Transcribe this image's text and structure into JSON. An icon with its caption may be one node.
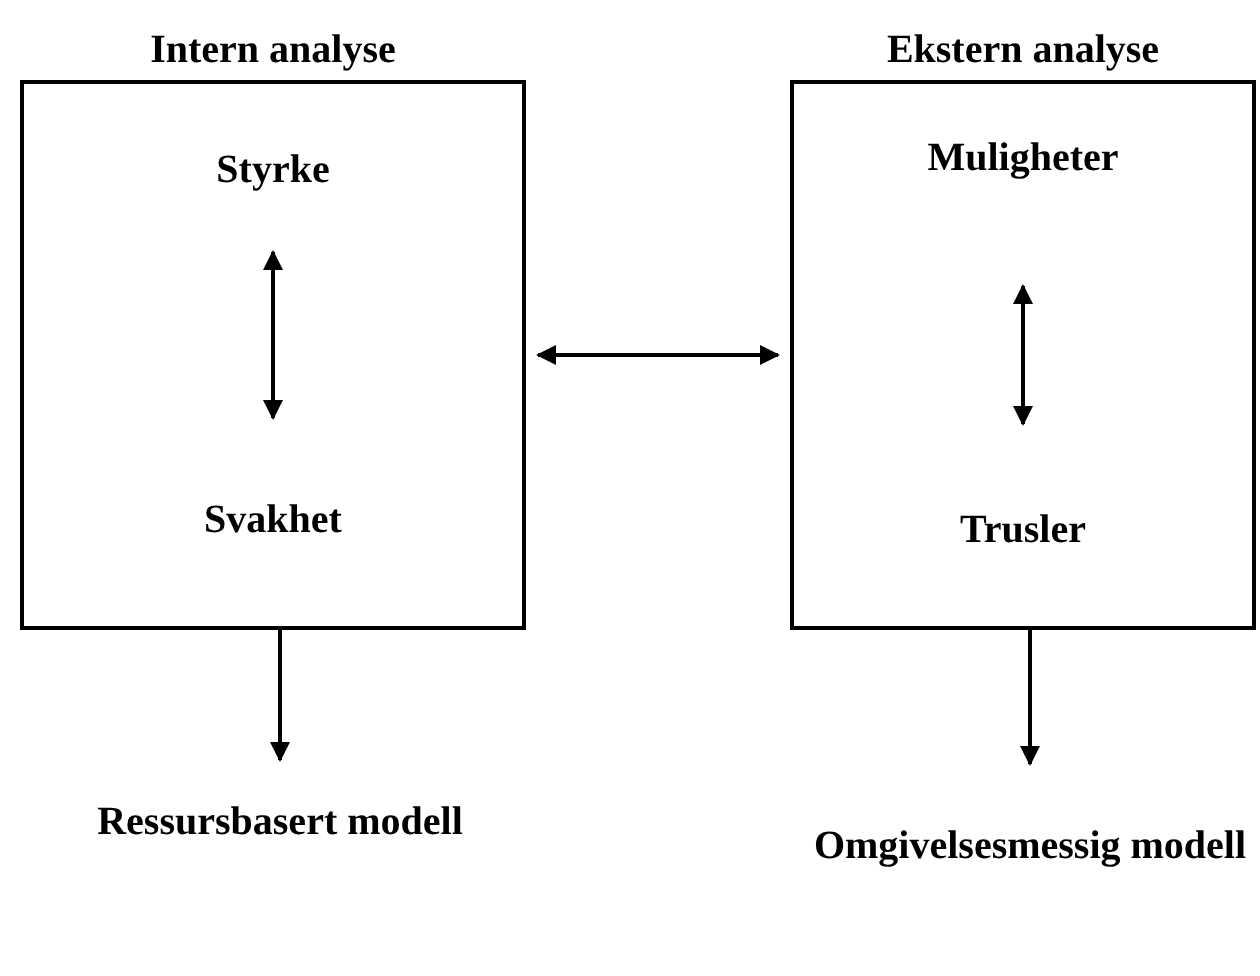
{
  "diagram": {
    "nodes": [
      {
        "text": [
          "Intern analyse"
        ]
      },
      {
        "text": [
          "Styrke"
        ],
        "in": 0
      },
      {
        "text": [
          "Svakhet"
        ],
        "in": 0
      },
      {
        "text": [
          "Ekstern analyse"
        ]
      },
      {
        "text": [
          "Muligheter"
        ],
        "in": 3
      },
      {
        "text": [
          "Trusler"
        ],
        "in": 3
      },
      {
        "text": [
          "Ressursbasert modell"
        ]
      },
      {
        "text": [
          "Omgivelsesmessig modell"
        ]
      }
    ],
    "edges": [
      {
        "from": 1,
        "to": 2,
        "arrow": "both"
      },
      {
        "from": 0,
        "to": 3,
        "arrow": "both"
      },
      {
        "from": 4,
        "to": 5,
        "arrow": "both"
      },
      {
        "from": 0,
        "to": 6,
        "arrow": "to"
      },
      {
        "from": 3,
        "to": 7,
        "arrow": "to"
      }
    ]
  }
}
